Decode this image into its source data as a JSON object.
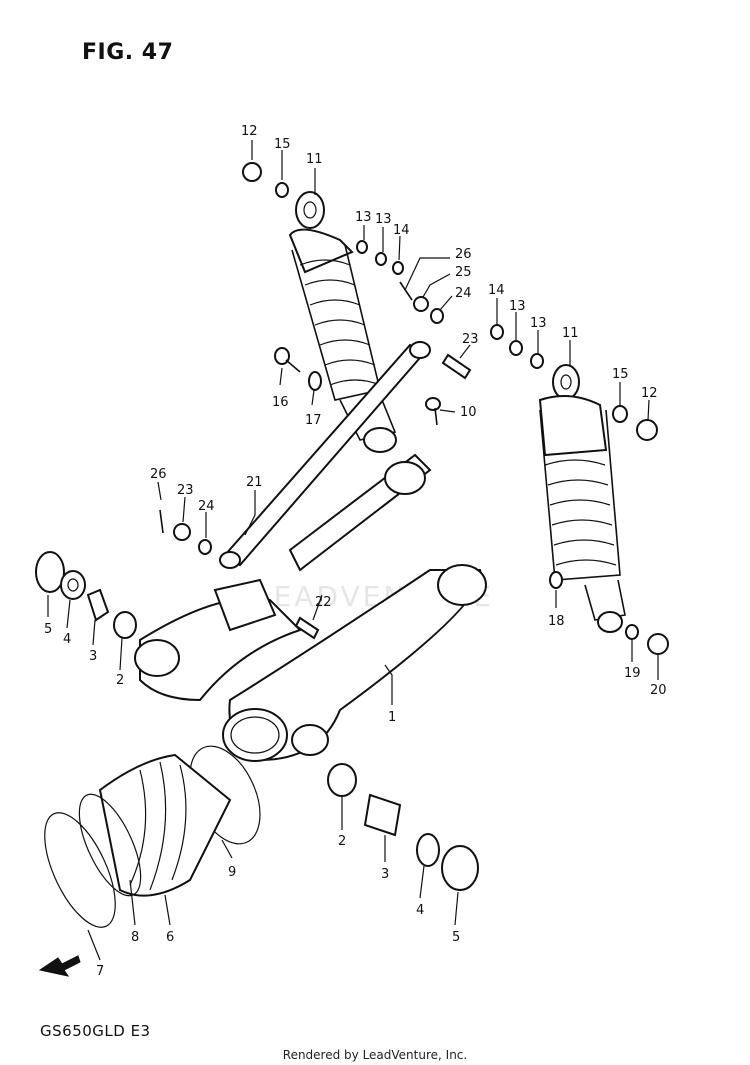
{
  "figure": {
    "title": "FIG. 47"
  },
  "model_code": "GS650GLD E3",
  "credit": "Rendered by LeadVenture, Inc.",
  "watermark": "LEADVENTURE",
  "front_marker": {
    "icon": "front-arrow-icon"
  },
  "callouts": [
    {
      "label": "12"
    },
    {
      "label": "15"
    },
    {
      "label": "11"
    },
    {
      "label": "13"
    },
    {
      "label": "13"
    },
    {
      "label": "14"
    },
    {
      "label": "26"
    },
    {
      "label": "25"
    },
    {
      "label": "24"
    },
    {
      "label": "14"
    },
    {
      "label": "13"
    },
    {
      "label": "13"
    },
    {
      "label": "11"
    },
    {
      "label": "23"
    },
    {
      "label": "16"
    },
    {
      "label": "17"
    },
    {
      "label": "10"
    },
    {
      "label": "15"
    },
    {
      "label": "12"
    },
    {
      "label": "26"
    },
    {
      "label": "23"
    },
    {
      "label": "24"
    },
    {
      "label": "21"
    },
    {
      "label": "22"
    },
    {
      "label": "5"
    },
    {
      "label": "4"
    },
    {
      "label": "3"
    },
    {
      "label": "2"
    },
    {
      "label": "1"
    },
    {
      "label": "18"
    },
    {
      "label": "19"
    },
    {
      "label": "20"
    },
    {
      "label": "2"
    },
    {
      "label": "3"
    },
    {
      "label": "4"
    },
    {
      "label": "5"
    },
    {
      "label": "9"
    },
    {
      "label": "8"
    },
    {
      "label": "6"
    },
    {
      "label": "7"
    }
  ]
}
